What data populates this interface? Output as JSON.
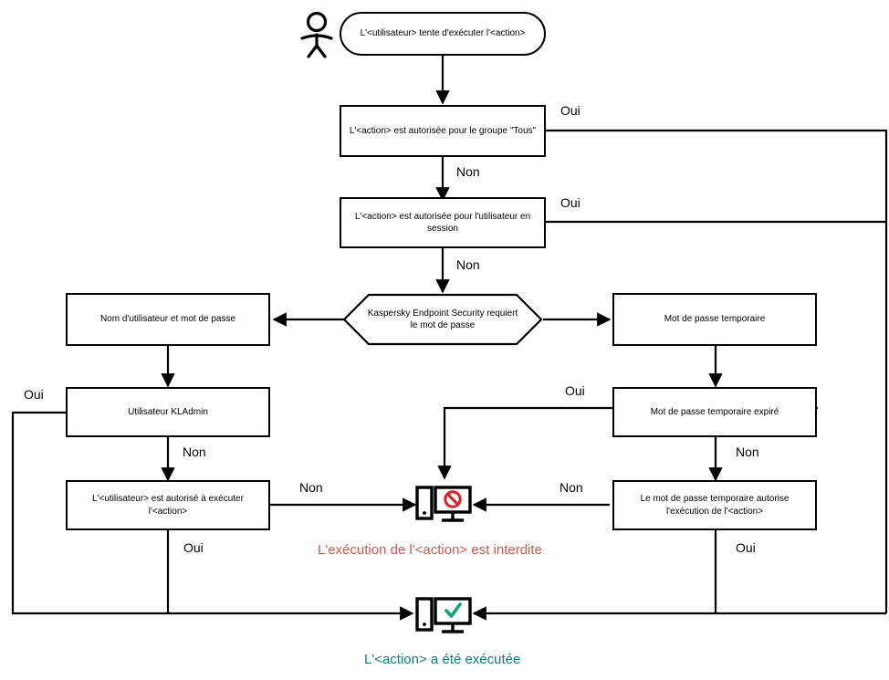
{
  "diagram": {
    "title": "Kaspersky Endpoint Security action authorization flowchart",
    "language": "fr",
    "colors": {
      "stroke": "#000000",
      "fill": "#ffffff",
      "deny_text": "#cb5a4f",
      "deny_icon": "#d7262a",
      "success_text": "#0f7f78",
      "success_icon": "#12a085"
    }
  },
  "nodes": {
    "start": "L'<utilisateur> tente d'exécuter l'<action>",
    "allowed_group_all": "L'<action> est autorisée pour le groupe \"Tous\"",
    "allowed_session_user": "L'<action> est autorisée pour l'utilisateur en session",
    "password_required": "Kaspersky Endpoint Security requiert le mot de passe",
    "username_password": "Nom d'utilisateur et mot de passe",
    "temporary_password": "Mot de passe temporaire",
    "kladmin_user": "Utilisateur KLAdmin",
    "temporary_password_expired": "Mot de passe temporaire expiré",
    "user_allowed_action": "L'<utilisateur> est autorisé à exécuter l'<action>",
    "temp_password_allows_action": "Le mot de passe temporaire autorise l'exécution de l'<action>"
  },
  "edge_labels": {
    "group_all_yes": "Oui",
    "group_all_no": "Non",
    "session_user_yes": "Oui",
    "session_user_no": "Non",
    "kladmin_yes": "Oui",
    "kladmin_no": "Non",
    "user_allowed_no": "Non",
    "user_allowed_yes": "Oui",
    "temp_expired_yes": "Oui",
    "temp_expired_no": "Non",
    "temp_allows_no": "Non",
    "temp_allows_yes": "Oui"
  },
  "captions": {
    "denied": "L'exécution de l'<action> est interdite",
    "executed": "L'<action> a été exécutée"
  },
  "icons": {
    "actor": "user-stick-figure-icon",
    "denied": "computer-blocked-icon",
    "executed": "computer-check-icon"
  }
}
